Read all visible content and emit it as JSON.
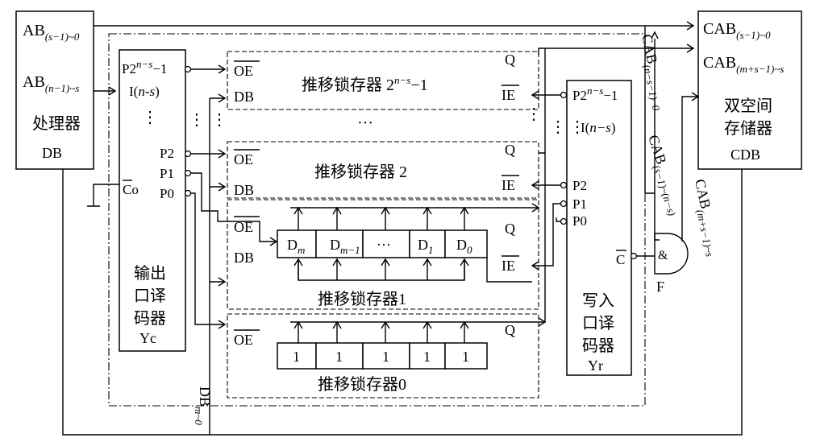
{
  "processor": {
    "ab_high": [
      "AB",
      "(s−1)~0"
    ],
    "ab_low": [
      "AB",
      "(n−1)~s"
    ],
    "name": "处理器",
    "db": "DB"
  },
  "dual_memory": {
    "cab_a": [
      "CAB",
      "(s−1)~0"
    ],
    "cab_b": [
      "CAB",
      "(m+s−1)~s"
    ],
    "name_line1": "双空间",
    "name_line2": "存储器",
    "cdb": "CDB"
  },
  "output_decoder": {
    "pins": {
      "p_top": [
        "P2",
        "n−s",
        "−1"
      ],
      "i_label": [
        "I(",
        "n-s",
        ")"
      ],
      "dots": "⋮",
      "p2": "P2",
      "p1": "P1",
      "p0": "P0",
      "co": "Co"
    },
    "name_chars": [
      "输出",
      "口译",
      "码器"
    ],
    "code": "Yc"
  },
  "write_decoder": {
    "pins": {
      "p_top": [
        "P2",
        "n−s",
        "−1"
      ],
      "i_label": [
        "I(",
        "n−s",
        ")"
      ],
      "dots": "⋮",
      "p2": "P2",
      "p1": "P1",
      "p0": "P0",
      "c": "C"
    },
    "name_chars": [
      "写入",
      "口译",
      "码器"
    ],
    "code": "Yr"
  },
  "latches": {
    "top": [
      "推移锁存器 2",
      "n−s",
      "−1"
    ],
    "second": "推移锁存器 2",
    "first": "推移锁存器1",
    "zero": "推移锁存器0",
    "oe": "OE",
    "ie": "IE",
    "db": "DB",
    "q": "Q",
    "ellipsis": "···",
    "cells_m": [
      [
        "D",
        "m"
      ],
      [
        "D",
        "m−1"
      ],
      [
        "···",
        ""
      ],
      [
        "D",
        "1"
      ],
      [
        "D",
        "0"
      ]
    ],
    "cells_0": [
      "1",
      "1",
      "1",
      "1",
      "1"
    ]
  },
  "misc": {
    "db_bus": [
      "DB",
      "m~0"
    ],
    "gate_symbol": "&",
    "gate_name": "F",
    "vertical_dots": "⋮",
    "bus_cab_a": [
      "CAB",
      "(n−s−1)~0"
    ],
    "bus_cab_b": [
      "CAB",
      "(s−1)~(n−s)"
    ],
    "bus_cab_c": [
      "CAB",
      "(m+s−1)~s"
    ]
  }
}
